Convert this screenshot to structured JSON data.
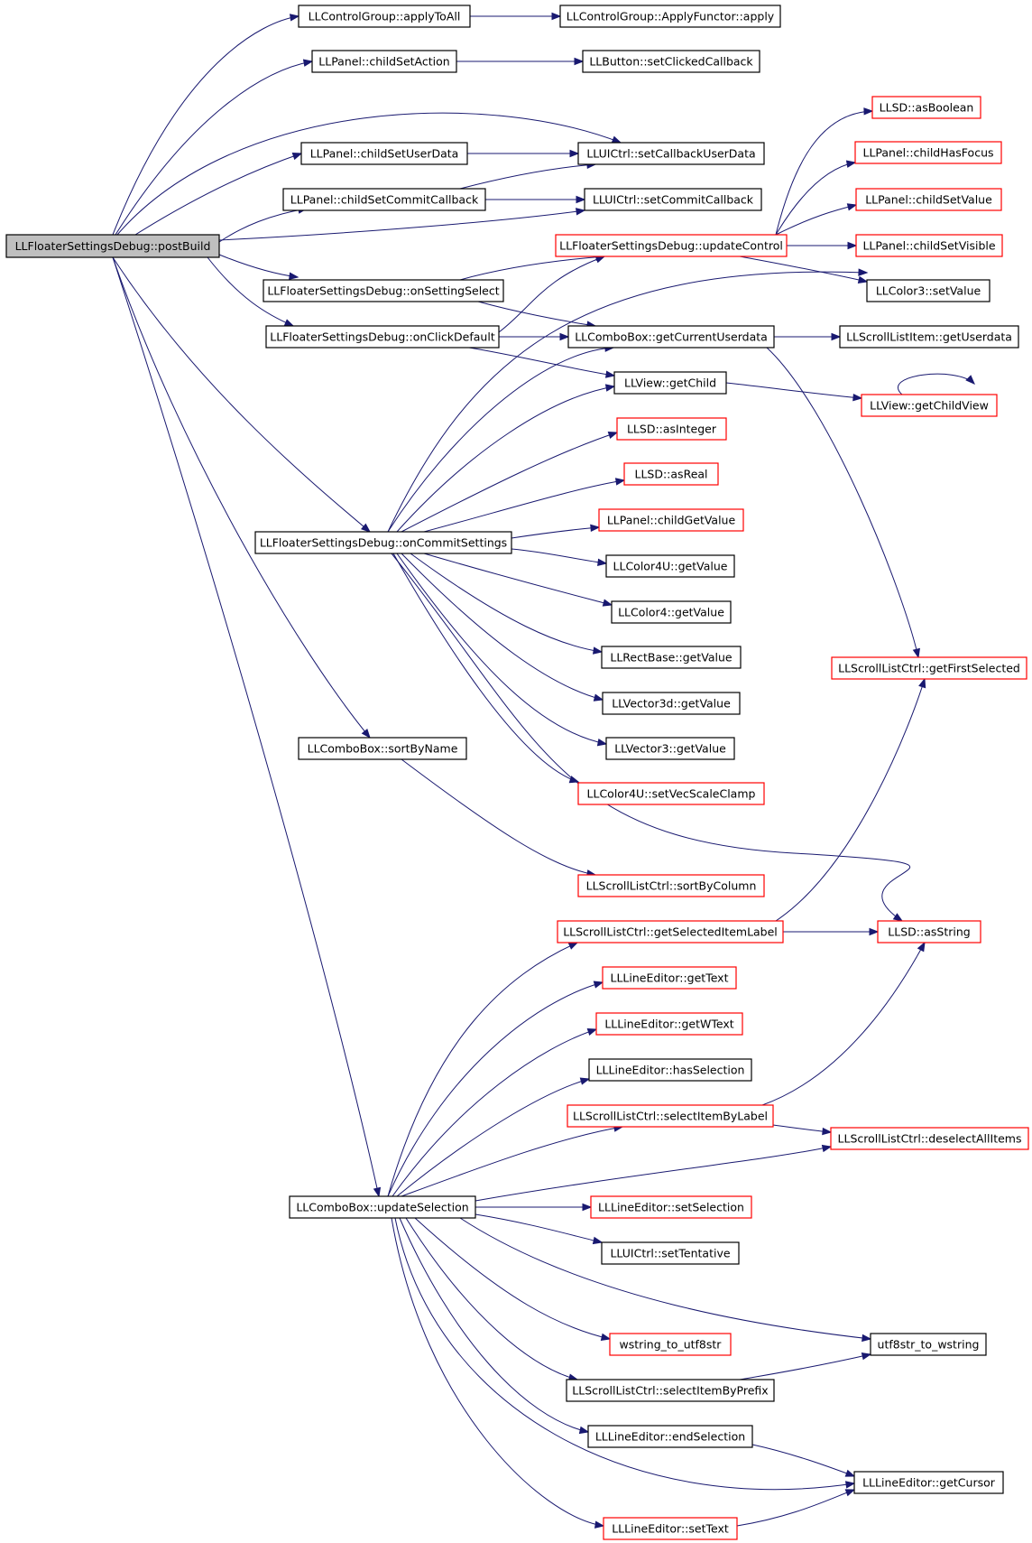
{
  "colors": {
    "edge": "#191970",
    "box_border_normal": "#000000",
    "box_border_truncated": "#ff0000",
    "box_fill": "#ffffff",
    "root_fill": "#bfbfbf"
  },
  "nodes": [
    {
      "id": "postBuild",
      "label": "LLFloaterSettingsDebug::postBuild",
      "style": "root"
    },
    {
      "id": "applyToAll",
      "label": "LLControlGroup::applyToAll",
      "style": "normal"
    },
    {
      "id": "applyFunctor",
      "label": "LLControlGroup::ApplyFunctor::apply",
      "style": "normal"
    },
    {
      "id": "childSetAction",
      "label": "LLPanel::childSetAction",
      "style": "normal"
    },
    {
      "id": "setClickedCallback",
      "label": "LLButton::setClickedCallback",
      "style": "normal"
    },
    {
      "id": "asBoolean",
      "label": "LLSD::asBoolean",
      "style": "truncated"
    },
    {
      "id": "childHasFocus",
      "label": "LLPanel::childHasFocus",
      "style": "truncated"
    },
    {
      "id": "childSetUserData",
      "label": "LLPanel::childSetUserData",
      "style": "normal"
    },
    {
      "id": "setCallbackUserData",
      "label": "LLUICtrl::setCallbackUserData",
      "style": "normal"
    },
    {
      "id": "childSetCommitCallback",
      "label": "LLPanel::childSetCommitCallback",
      "style": "normal"
    },
    {
      "id": "setCommitCallback",
      "label": "LLUICtrl::setCommitCallback",
      "style": "normal"
    },
    {
      "id": "childSetValue",
      "label": "LLPanel::childSetValue",
      "style": "truncated"
    },
    {
      "id": "updateControl",
      "label": "LLFloaterSettingsDebug::updateControl",
      "style": "truncated"
    },
    {
      "id": "childSetVisible",
      "label": "LLPanel::childSetVisible",
      "style": "truncated"
    },
    {
      "id": "onSettingSelect",
      "label": "LLFloaterSettingsDebug::onSettingSelect",
      "style": "normal"
    },
    {
      "id": "color3SetValue",
      "label": "LLColor3::setValue",
      "style": "normal"
    },
    {
      "id": "onClickDefault",
      "label": "LLFloaterSettingsDebug::onClickDefault",
      "style": "normal"
    },
    {
      "id": "getCurrentUserdata",
      "label": "LLComboBox::getCurrentUserdata",
      "style": "normal"
    },
    {
      "id": "getUserdata",
      "label": "LLScrollListItem::getUserdata",
      "style": "normal"
    },
    {
      "id": "getChild",
      "label": "LLView::getChild",
      "style": "normal"
    },
    {
      "id": "getChildView",
      "label": "LLView::getChildView",
      "style": "truncated"
    },
    {
      "id": "asInteger",
      "label": "LLSD::asInteger",
      "style": "truncated"
    },
    {
      "id": "asReal",
      "label": "LLSD::asReal",
      "style": "truncated"
    },
    {
      "id": "childGetValue",
      "label": "LLPanel::childGetValue",
      "style": "truncated"
    },
    {
      "id": "onCommitSettings",
      "label": "LLFloaterSettingsDebug::onCommitSettings",
      "style": "normal"
    },
    {
      "id": "color4uGetValue",
      "label": "LLColor4U::getValue",
      "style": "normal"
    },
    {
      "id": "color4GetValue",
      "label": "LLColor4::getValue",
      "style": "normal"
    },
    {
      "id": "rectBaseGetValue",
      "label": "LLRectBase::getValue",
      "style": "normal"
    },
    {
      "id": "getFirstSelected",
      "label": "LLScrollListCtrl::getFirstSelected",
      "style": "truncated"
    },
    {
      "id": "vector3dGetValue",
      "label": "LLVector3d::getValue",
      "style": "normal"
    },
    {
      "id": "sortByName",
      "label": "LLComboBox::sortByName",
      "style": "normal"
    },
    {
      "id": "vector3GetValue",
      "label": "LLVector3::getValue",
      "style": "normal"
    },
    {
      "id": "setVecScaleClamp",
      "label": "LLColor4U::setVecScaleClamp",
      "style": "truncated"
    },
    {
      "id": "sortByColumn",
      "label": "LLScrollListCtrl::sortByColumn",
      "style": "truncated"
    },
    {
      "id": "getSelectedItemLabel",
      "label": "LLScrollListCtrl::getSelectedItemLabel",
      "style": "truncated"
    },
    {
      "id": "asString",
      "label": "LLSD::asString",
      "style": "truncated"
    },
    {
      "id": "getText",
      "label": "LLLineEditor::getText",
      "style": "truncated"
    },
    {
      "id": "getWText",
      "label": "LLLineEditor::getWText",
      "style": "truncated"
    },
    {
      "id": "hasSelection",
      "label": "LLLineEditor::hasSelection",
      "style": "normal"
    },
    {
      "id": "selectItemByLabel",
      "label": "LLScrollListCtrl::selectItemByLabel",
      "style": "truncated"
    },
    {
      "id": "deselectAllItems",
      "label": "LLScrollListCtrl::deselectAllItems",
      "style": "truncated"
    },
    {
      "id": "updateSelection",
      "label": "LLComboBox::updateSelection",
      "style": "normal"
    },
    {
      "id": "leSetSelection",
      "label": "LLLineEditor::setSelection",
      "style": "truncated"
    },
    {
      "id": "setTentative",
      "label": "LLUICtrl::setTentative",
      "style": "normal"
    },
    {
      "id": "wstringToUtf8",
      "label": "wstring_to_utf8str",
      "style": "truncated"
    },
    {
      "id": "utf8ToWstring",
      "label": "utf8str_to_wstring",
      "style": "normal"
    },
    {
      "id": "selectItemByPrefix",
      "label": "LLScrollListCtrl::selectItemByPrefix",
      "style": "normal"
    },
    {
      "id": "endSelection",
      "label": "LLLineEditor::endSelection",
      "style": "normal"
    },
    {
      "id": "getCursor",
      "label": "LLLineEditor::getCursor",
      "style": "normal"
    },
    {
      "id": "leSetText",
      "label": "LLLineEditor::setText",
      "style": "truncated"
    }
  ],
  "edges": [
    [
      "postBuild",
      "applyToAll"
    ],
    [
      "applyToAll",
      "applyFunctor"
    ],
    [
      "postBuild",
      "childSetAction"
    ],
    [
      "childSetAction",
      "setClickedCallback"
    ],
    [
      "postBuild",
      "setCallbackUserData"
    ],
    [
      "postBuild",
      "childSetUserData"
    ],
    [
      "childSetUserData",
      "setCallbackUserData"
    ],
    [
      "postBuild",
      "childSetCommitCallback"
    ],
    [
      "childSetCommitCallback",
      "setCallbackUserData"
    ],
    [
      "childSetCommitCallback",
      "setCommitCallback"
    ],
    [
      "postBuild",
      "setCommitCallback"
    ],
    [
      "postBuild",
      "onSettingSelect"
    ],
    [
      "postBuild",
      "onClickDefault"
    ],
    [
      "postBuild",
      "onCommitSettings"
    ],
    [
      "postBuild",
      "sortByName"
    ],
    [
      "postBuild",
      "updateSelection"
    ],
    [
      "updateControl",
      "asBoolean"
    ],
    [
      "updateControl",
      "childHasFocus"
    ],
    [
      "updateControl",
      "childSetValue"
    ],
    [
      "updateControl",
      "childSetVisible"
    ],
    [
      "updateControl",
      "color3SetValue"
    ],
    [
      "onSettingSelect",
      "updateControl"
    ],
    [
      "onSettingSelect",
      "getCurrentUserdata"
    ],
    [
      "onClickDefault",
      "updateControl"
    ],
    [
      "onClickDefault",
      "getCurrentUserdata"
    ],
    [
      "onClickDefault",
      "getChild"
    ],
    [
      "getCurrentUserdata",
      "getUserdata"
    ],
    [
      "getCurrentUserdata",
      "getFirstSelected"
    ],
    [
      "getChild",
      "getChildView"
    ],
    [
      "getChildView",
      "getChildView"
    ],
    [
      "onCommitSettings",
      "color3SetValue"
    ],
    [
      "onCommitSettings",
      "getCurrentUserdata"
    ],
    [
      "onCommitSettings",
      "getChild"
    ],
    [
      "onCommitSettings",
      "asInteger"
    ],
    [
      "onCommitSettings",
      "asReal"
    ],
    [
      "onCommitSettings",
      "childGetValue"
    ],
    [
      "onCommitSettings",
      "color4uGetValue"
    ],
    [
      "onCommitSettings",
      "color4GetValue"
    ],
    [
      "onCommitSettings",
      "rectBaseGetValue"
    ],
    [
      "onCommitSettings",
      "vector3dGetValue"
    ],
    [
      "onCommitSettings",
      "vector3GetValue"
    ],
    [
      "onCommitSettings",
      "setVecScaleClamp"
    ],
    [
      "onCommitSettings",
      "asString"
    ],
    [
      "sortByName",
      "sortByColumn"
    ],
    [
      "getSelectedItemLabel",
      "getFirstSelected"
    ],
    [
      "getSelectedItemLabel",
      "asString"
    ],
    [
      "selectItemByLabel",
      "asString"
    ],
    [
      "selectItemByLabel",
      "deselectAllItems"
    ],
    [
      "updateSelection",
      "getSelectedItemLabel"
    ],
    [
      "updateSelection",
      "getText"
    ],
    [
      "updateSelection",
      "getWText"
    ],
    [
      "updateSelection",
      "hasSelection"
    ],
    [
      "updateSelection",
      "selectItemByLabel"
    ],
    [
      "updateSelection",
      "deselectAllItems"
    ],
    [
      "updateSelection",
      "leSetSelection"
    ],
    [
      "updateSelection",
      "setTentative"
    ],
    [
      "updateSelection",
      "utf8ToWstring"
    ],
    [
      "updateSelection",
      "wstringToUtf8"
    ],
    [
      "updateSelection",
      "selectItemByPrefix"
    ],
    [
      "updateSelection",
      "endSelection"
    ],
    [
      "updateSelection",
      "getCursor"
    ],
    [
      "updateSelection",
      "leSetText"
    ],
    [
      "selectItemByPrefix",
      "utf8ToWstring"
    ],
    [
      "endSelection",
      "getCursor"
    ],
    [
      "leSetText",
      "getCursor"
    ]
  ]
}
